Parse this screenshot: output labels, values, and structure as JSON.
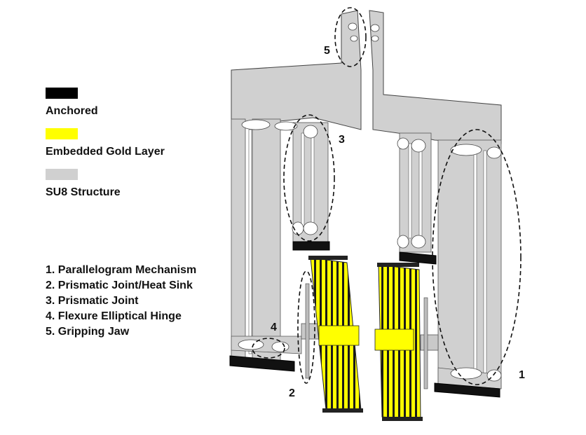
{
  "legend": {
    "items": [
      {
        "label": "Anchored",
        "color": "#000000"
      },
      {
        "label": "Embedded Gold Layer",
        "color": "#ffff00"
      },
      {
        "label": "SU8 Structure",
        "color": "#d0d0d0"
      }
    ]
  },
  "components": [
    "1. Parallelogram Mechanism",
    "2. Prismatic Joint/Heat Sink",
    "3. Prismatic Joint",
    "4. Flexure Elliptical Hinge",
    "5. Gripping Jaw"
  ],
  "callouts": {
    "c1": "1",
    "c2": "2",
    "c3": "3",
    "c4": "4",
    "c5": "5"
  },
  "colors": {
    "su8": "#d0d0d0",
    "anchor": "#111111",
    "gold": "#ffff00",
    "outline": "#333333"
  }
}
